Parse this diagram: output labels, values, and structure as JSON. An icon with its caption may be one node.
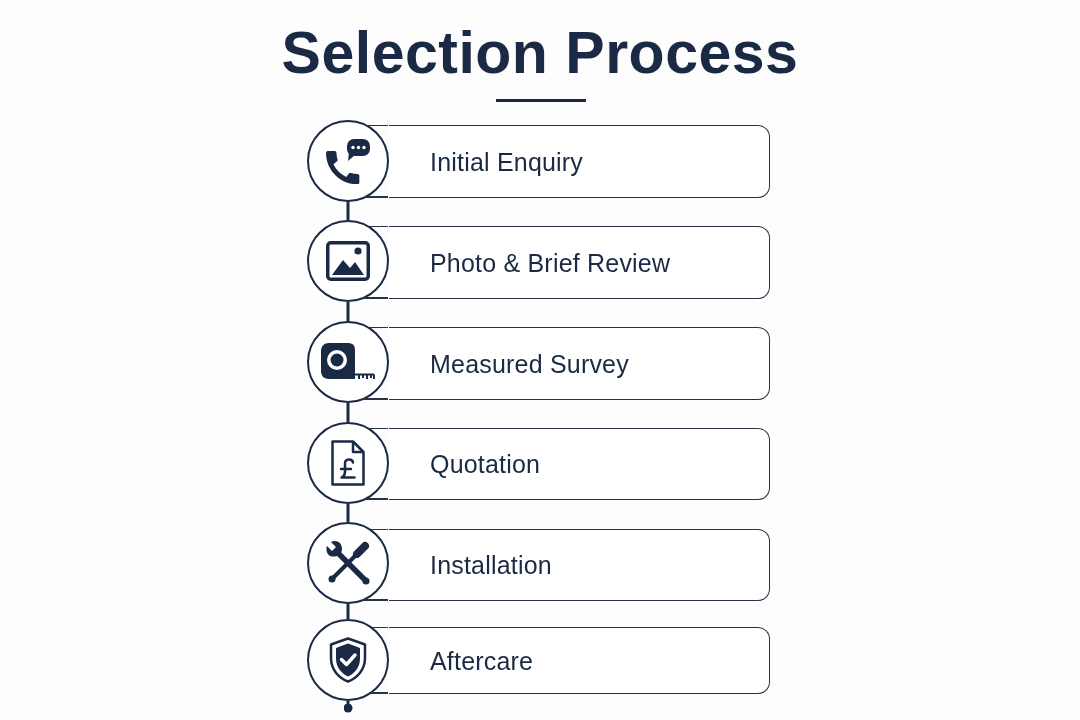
{
  "diagram": {
    "title": "Selection Process",
    "nodes": [
      {
        "text": [],
        "shape": "circle"
      },
      {
        "text": [
          "Initial Enquiry"
        ]
      },
      {
        "text": [],
        "shape": "circle"
      },
      {
        "text": [
          "Photo & Brief Review"
        ]
      },
      {
        "text": [],
        "shape": "circle"
      },
      {
        "text": [
          "Measured Survey"
        ]
      },
      {
        "text": [],
        "shape": "circle"
      },
      {
        "text": [
          "Quotation"
        ]
      },
      {
        "text": [],
        "shape": "circle"
      },
      {
        "text": [
          "Installation"
        ]
      },
      {
        "text": [],
        "shape": "circle"
      },
      {
        "text": [
          "Aftercare"
        ]
      }
    ],
    "edges": [
      {
        "from": 0,
        "to": 2,
        "arrow": "none"
      },
      {
        "from": 2,
        "to": 4,
        "arrow": "none"
      },
      {
        "from": 4,
        "to": 6,
        "arrow": "none"
      },
      {
        "from": 6,
        "to": 8,
        "arrow": "none"
      },
      {
        "from": 8,
        "to": 10,
        "arrow": "none"
      },
      {
        "from": 10,
        "to": null,
        "arrow": "other"
      }
    ]
  }
}
